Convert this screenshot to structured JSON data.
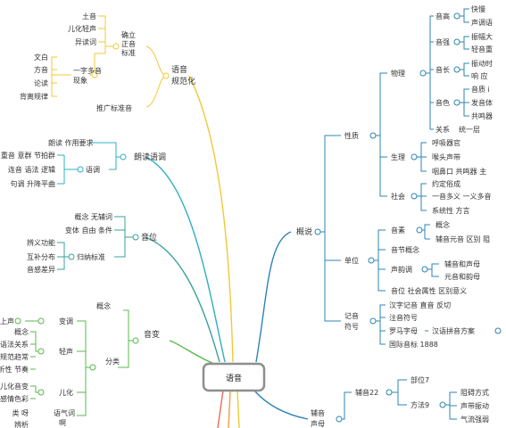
{
  "root": {
    "label": "语音"
  },
  "colors": {
    "yellow": "#f2c838",
    "green": "#58b84c",
    "teal": "#3aa19b",
    "blue": "#2d84b4",
    "cyan": "#2fb0c0",
    "orange": "#f3a03c",
    "red": "#ea6b55",
    "root_border": "#8e8e8e"
  },
  "branches": {
    "guifan": {
      "label_1": "语音",
      "label_2": "规范化",
      "sub1_1": "确立",
      "sub1_2": "正音",
      "sub1_3": "标准",
      "sub1_items": [
        "土音",
        "儿化轻声",
        "异读词"
      ],
      "sub2_1": "一字多音",
      "sub2_2": "现象",
      "sub2_items": [
        "文白",
        "方音",
        "论读",
        "背离规律"
      ],
      "sub3": "推广标准音"
    },
    "langdu": {
      "label": "朗读语调",
      "top": "朗读  作用要求",
      "sub": "语调",
      "items": [
        "重音  意群  节拍群",
        "连音  语法  逻辑",
        "句调  升降平曲"
      ]
    },
    "yinwei": {
      "label": "音位",
      "items": [
        "概念  无辅词",
        "变体  自由  条件"
      ],
      "sub": "归纳标准",
      "sub_items": [
        "辨义功能",
        "互补分布",
        "音感差异"
      ]
    },
    "yinbian": {
      "label": "音变",
      "gainian": "概念",
      "fenlei": "分类",
      "biandiao": "变调",
      "shangsheng": "上声",
      "qingsheng": "轻声",
      "qingsheng_items": [
        "概念",
        "语法关系",
        "规范趋常",
        "听性  节奏"
      ],
      "erhua": "儿化",
      "erhua_items": [
        "儿化音变",
        "感情色彩"
      ],
      "yuqi": "语气词",
      "yuqi_2": "啊",
      "yuqi_items": [
        "类  呀",
        "辨析"
      ]
    },
    "gaishuo": {
      "label": "概说",
      "xingzhi": "性质",
      "wuli": "物理",
      "yingao": "音高",
      "yingao_items": [
        "快慢",
        "声调语"
      ],
      "yinqiang": "音强",
      "yinqiang_items": [
        "振幅大",
        "轻音重"
      ],
      "yinchang": "音长",
      "yinchang_items": [
        "振动时",
        "响  应"
      ],
      "yinse": "音色",
      "yinse_items": [
        "音质  i",
        "发音体",
        "共鸣器"
      ],
      "guanxi": "关系",
      "guanxi_val": "统一层",
      "shengli": "生理",
      "shengli_items": [
        "呼吸器官",
        "喉头声带",
        "咽鼻口  共鸣器  主"
      ],
      "shehui": "社会",
      "shehui_items": [
        "约定俗成",
        "一音多义  一义多音",
        "系统性  方言"
      ],
      "danwei": "单位",
      "yinsu": "音素",
      "yinsu_items": [
        "概念",
        "辅音元音  区别  阻"
      ],
      "yinjie": "音节概念",
      "shengyun": "声韵调",
      "shengyun_items": [
        "辅音和声母",
        "元音和韵母"
      ],
      "yinwei2": "音位  社会属性  区别意义",
      "jiyin_1": "记音",
      "jiyin_2": "符号",
      "jiyin_items": [
        "汉字记音  直音  反切",
        "注音符号",
        "罗马字母",
        "国际音标  1888"
      ],
      "pinyin": "汉语拼音方案"
    },
    "fuyin": {
      "label_1": "辅音",
      "label_2": "声母",
      "item": "辅音22",
      "buwei": "部位7",
      "fangfa": "方法9",
      "fangfa_items": [
        "阻碍方式",
        "声带振动",
        "气流强弱"
      ]
    }
  }
}
